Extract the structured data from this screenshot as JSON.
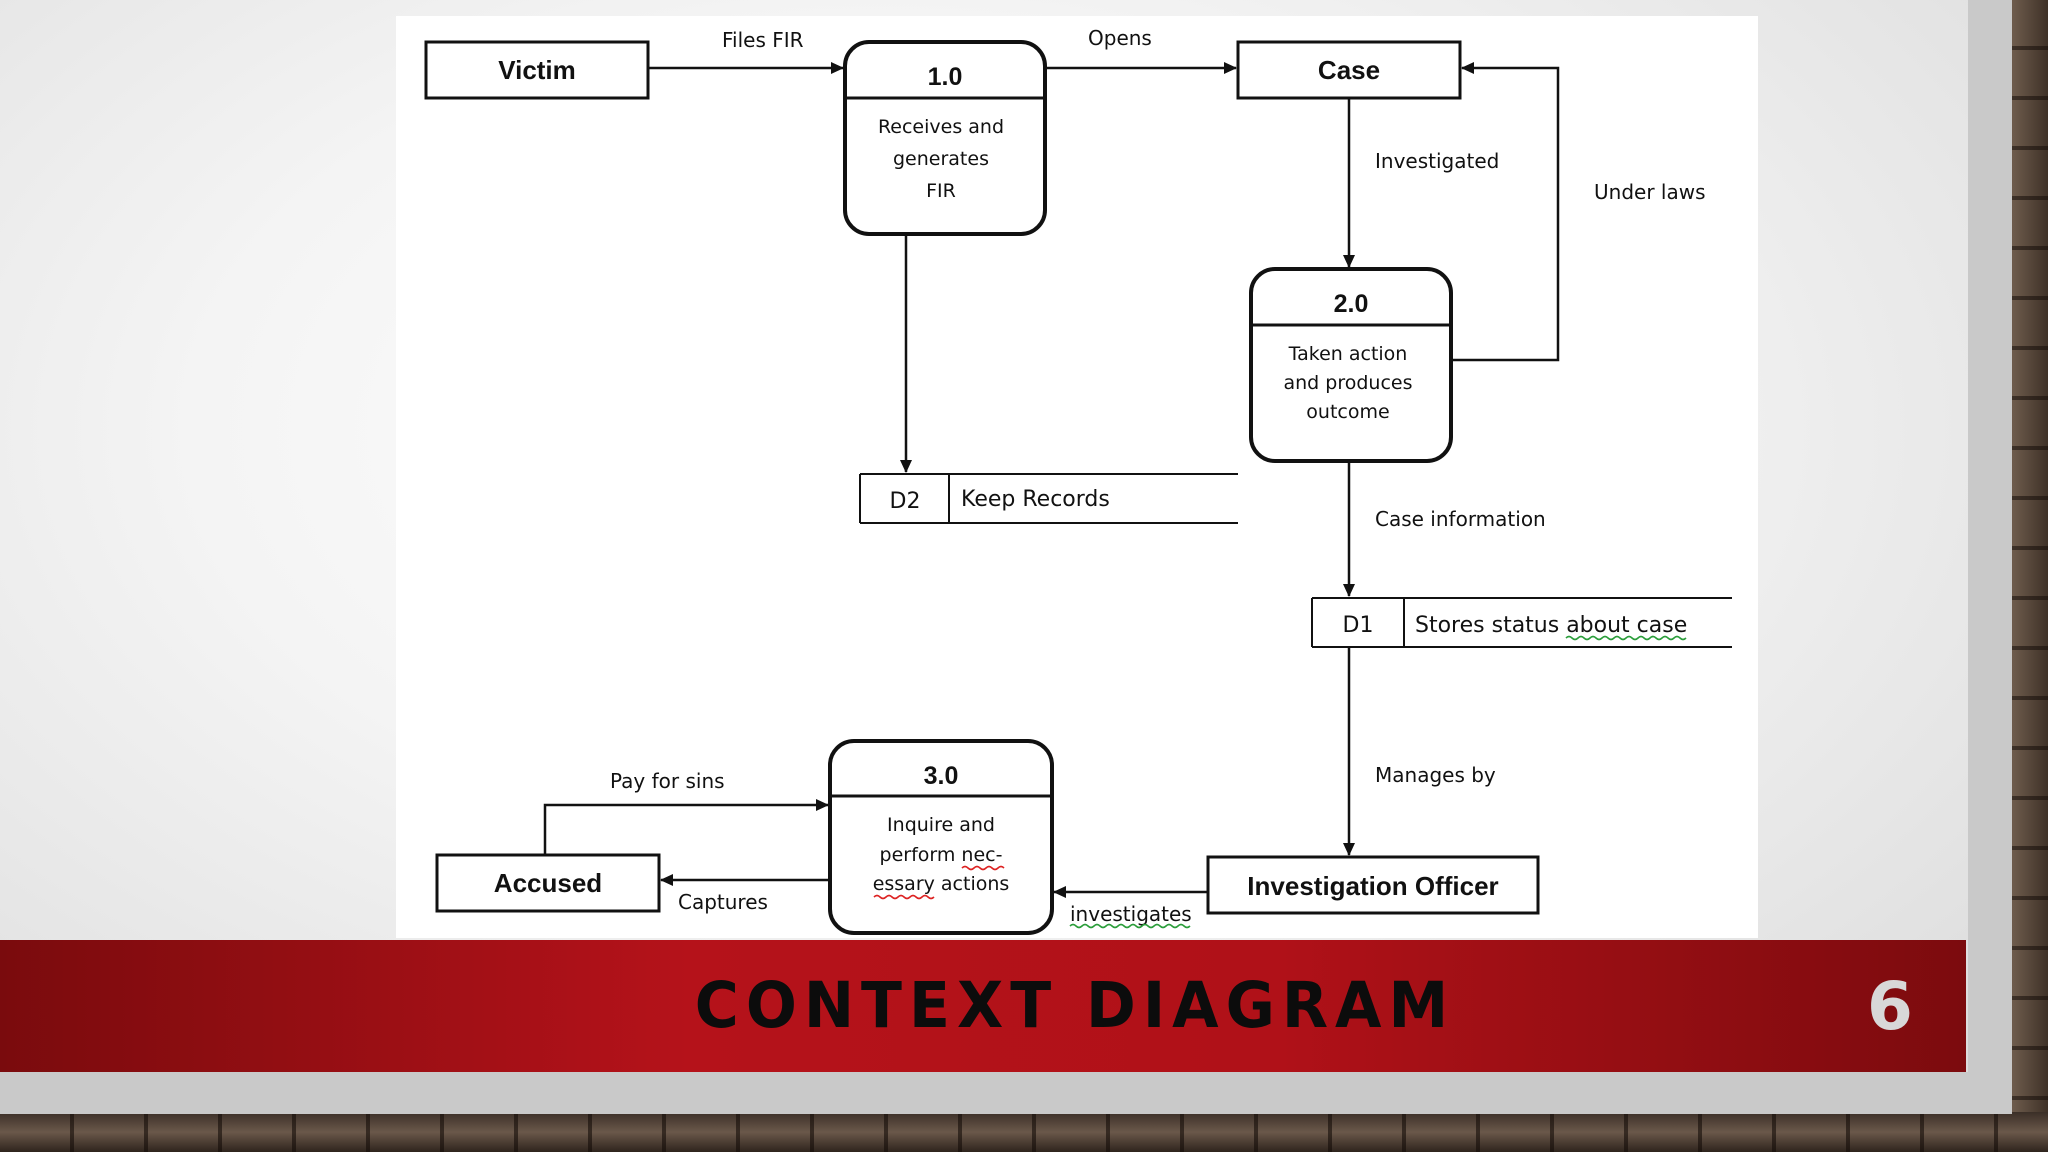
{
  "diagram": {
    "entities": {
      "victim": "Victim",
      "case": "Case",
      "accused": "Accused",
      "officer": "Investigation Officer"
    },
    "processes": {
      "p1": {
        "number": "1.0",
        "lines": [
          "Receives and",
          "generates",
          "FIR"
        ]
      },
      "p2": {
        "number": "2.0",
        "lines": [
          "Taken action",
          "and produces",
          "outcome"
        ]
      },
      "p3": {
        "number": "3.0",
        "lines": [
          "Inquire and",
          "perform nec-",
          "essary actions"
        ]
      }
    },
    "stores": {
      "d2": {
        "id": "D2",
        "label": "Keep Records"
      },
      "d1": {
        "id": "D1",
        "label": "Stores status about  case"
      }
    },
    "flows": {
      "files_fir": "Files FIR",
      "opens": "Opens",
      "investigated": "Investigated",
      "under_laws": "Under laws",
      "case_information": "Case information",
      "manages_by": "Manages by",
      "pay_for_sins": "Pay for sins",
      "captures": "Captures",
      "investigates": "investigates"
    }
  },
  "footer": {
    "title": "CONTEXT DIAGRAM",
    "page_number": "6"
  },
  "colors": {
    "banner_red": "#b5121a",
    "title_text": "#0c0c0c",
    "page_number": "#d8d8d8",
    "spellcheck_red": "#dd2222",
    "spellcheck_green": "#2a9d3a"
  }
}
